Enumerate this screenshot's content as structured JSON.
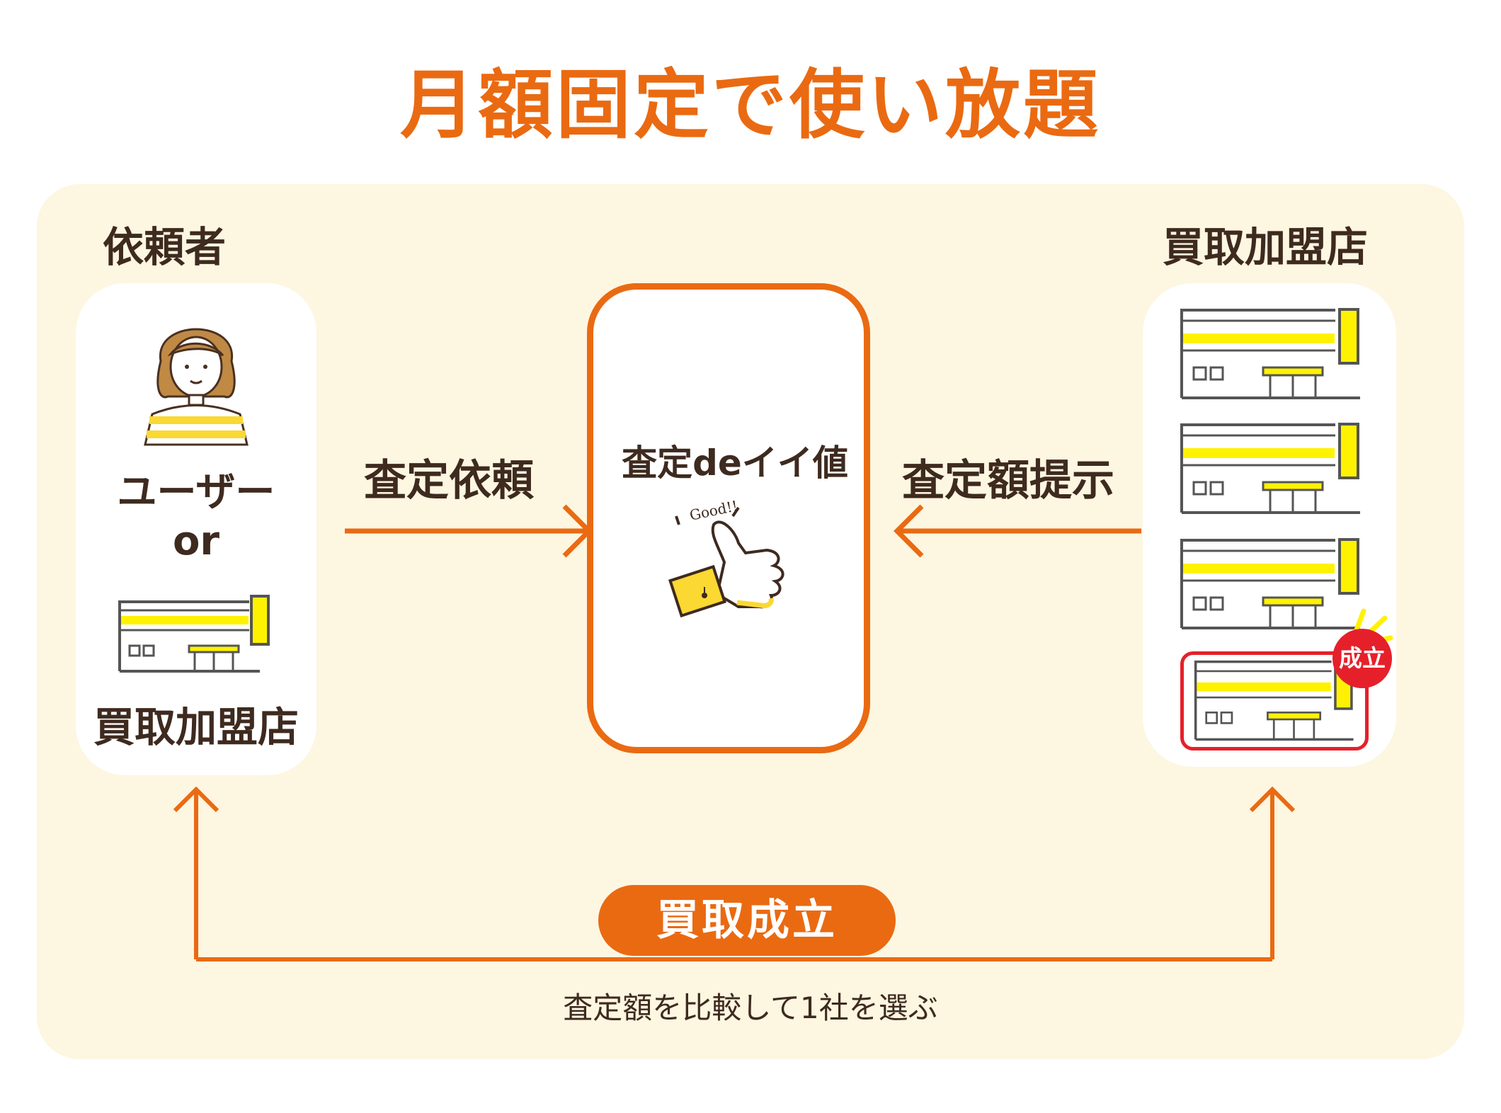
{
  "title": "月額固定で使い放題",
  "left": {
    "heading": "依頼者",
    "user_label": "ユーザー",
    "or_label": "or",
    "store_label": "買取加盟店"
  },
  "center": {
    "app_name": "査定deイイ値",
    "good_text": "Good!!"
  },
  "right": {
    "heading": "買取加盟店",
    "badge": "成立"
  },
  "flow": {
    "request_label": "査定依頼",
    "offer_label": "査定額提示",
    "deal_label": "買取成立",
    "note": "査定額を比較して1社を選ぶ"
  },
  "colors": {
    "accent": "#ea6a12",
    "panel": "#fdf6e1",
    "stripe_yellow": "#fff200",
    "success_red": "#e5202b",
    "text": "#3e2a1f"
  }
}
